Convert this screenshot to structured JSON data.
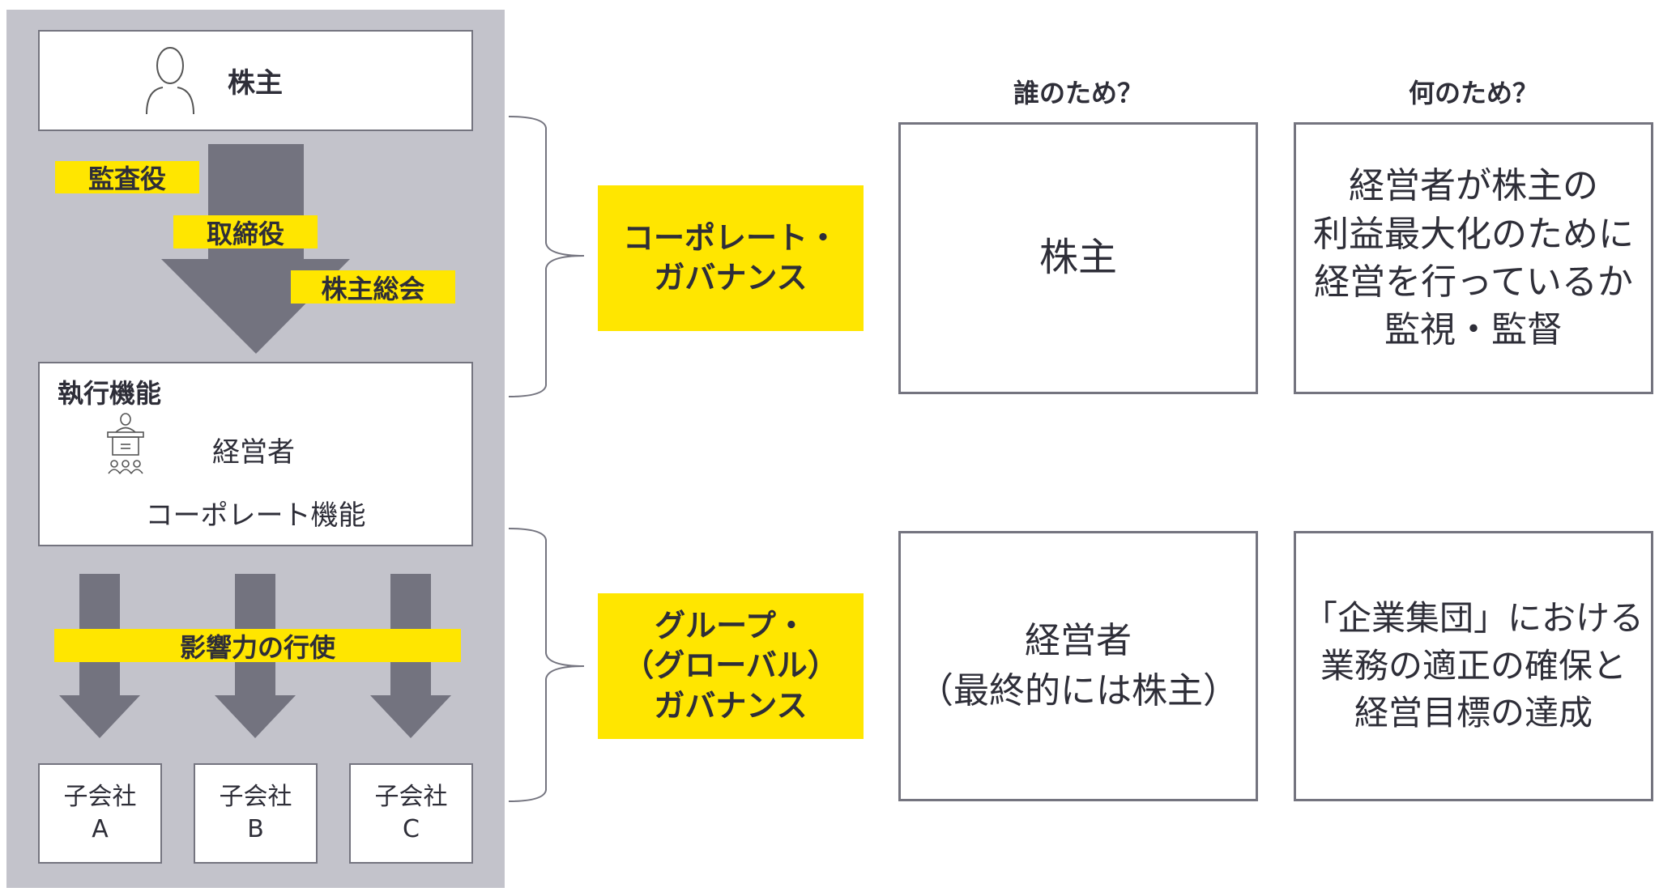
{
  "left": {
    "shareholder": "株主",
    "labels": {
      "auditor": "監査役",
      "directors": "取締役",
      "agm": "株主総会"
    },
    "execution": {
      "title": "執行機能",
      "manager": "経営者",
      "corporate": "コーポレート機能"
    },
    "influence": "影響力の行使",
    "subsidiaries": [
      {
        "name": "子会社",
        "letter": "A"
      },
      {
        "name": "子会社",
        "letter": "B"
      },
      {
        "name": "子会社",
        "letter": "C"
      }
    ]
  },
  "governance": {
    "corporate": [
      "コーポレート・",
      "ガバナンス"
    ],
    "group": [
      "グループ・",
      "（グローバル）",
      "ガバナンス"
    ]
  },
  "headers": {
    "for_whom": "誰のため？",
    "for_what": "何のため？"
  },
  "rows": [
    {
      "whom": [
        "株主"
      ],
      "what": [
        "経営者が株主の",
        "利益最大化のために",
        "経営を行っているか",
        "監視・監督"
      ]
    },
    {
      "whom": [
        "経営者",
        "（最終的には株主）"
      ],
      "what": [
        "「企業集団」における",
        "業務の適正の確保と",
        "経営目標の達成"
      ]
    }
  ],
  "colors": {
    "panel": "#c3c3cb",
    "arrow": "#73737f",
    "accent": "#ffe600"
  }
}
